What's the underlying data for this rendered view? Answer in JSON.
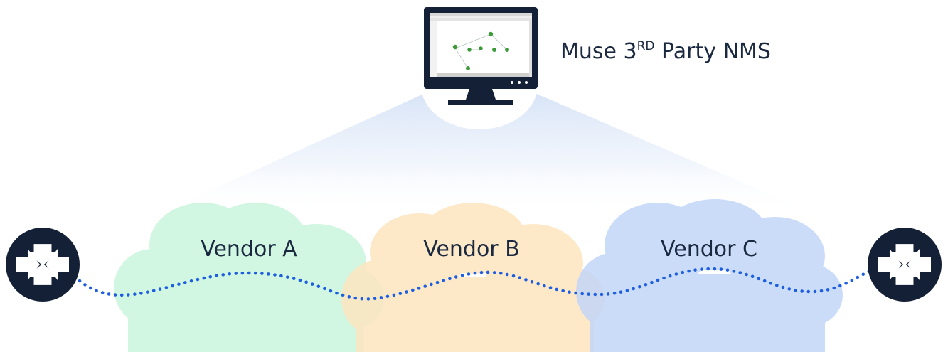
{
  "nms": {
    "label_prefix": "Muse 3",
    "label_superscript": "RD",
    "label_suffix": " Party NMS",
    "monitor_icon": "monitor-icon"
  },
  "clouds": [
    {
      "label": "Vendor A",
      "color": "#c9f5de"
    },
    {
      "label": "Vendor B",
      "color": "#fde6bf"
    },
    {
      "label": "Vendor C",
      "color": "#c3d6f8"
    }
  ],
  "routers": [
    {
      "icon": "router-icon"
    },
    {
      "icon": "router-icon"
    }
  ],
  "colors": {
    "navy": "#142036",
    "path_blue": "#1e5fe0",
    "beam": "#dbe6f7"
  }
}
